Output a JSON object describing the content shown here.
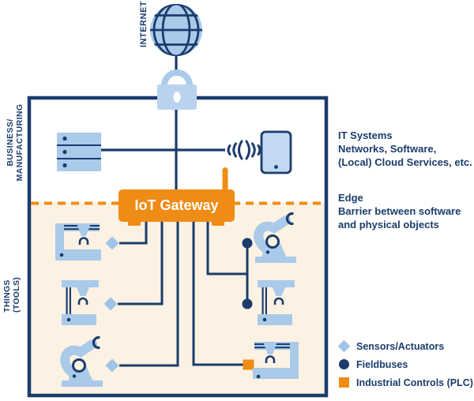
{
  "colors": {
    "navy": "#1b3c6d",
    "orange": "#ef8c15",
    "light_blue": "#a9cae9",
    "diamond_blue": "#9fc4e8",
    "cream": "#fcf2e3",
    "white": "#ffffff"
  },
  "labels": {
    "internet": "INTERNET",
    "business_line1": "BUSINESS/",
    "business_line2": "MANUFACTURING",
    "things_line1": "THINGS",
    "things_line2": "(TOOLS)"
  },
  "gateway": {
    "label": "IoT Gateway"
  },
  "annotations": {
    "it_title": "IT Systems",
    "it_line1": "Networks, Software,",
    "it_line2": "(Local) Cloud Services, etc.",
    "edge_title": "Edge",
    "edge_line1": "Barrier between software",
    "edge_line2": "and physical objects"
  },
  "legend": {
    "items": [
      {
        "symbol": "diamond-icon",
        "label": "Sensors/Actuators"
      },
      {
        "symbol": "circle-icon",
        "label": "Fieldbuses"
      },
      {
        "symbol": "square-icon",
        "label": "Industrial Controls (PLC)"
      }
    ]
  }
}
